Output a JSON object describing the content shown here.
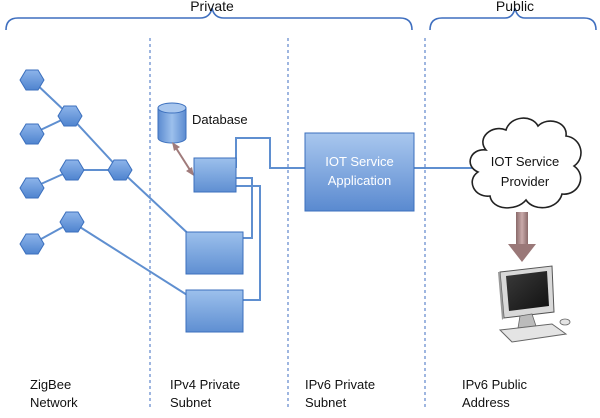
{
  "brackets": {
    "private": "Private",
    "public": "Public"
  },
  "nodes": {
    "database": "Database",
    "iot_app_line1": "IOT Service",
    "iot_app_line2": "Application",
    "iot_provider_line1": "IOT Service",
    "iot_provider_line2": "Provider"
  },
  "zones": [
    {
      "line1": "ZigBee",
      "line2": "Network"
    },
    {
      "line1": "IPv4 Private",
      "line2": "Subnet"
    },
    {
      "line1": "IPv6 Private",
      "line2": "Subnet"
    },
    {
      "line1": "IPv6 Public",
      "line2": "Address"
    }
  ],
  "colors": {
    "hex_fill": "#5b8fd6",
    "box_fill": "#6e9fd9",
    "line": "#5f8fd0",
    "divider": "#6b8fcf",
    "bracket": "#3f6fbf",
    "arrow": "#a07b7b"
  }
}
